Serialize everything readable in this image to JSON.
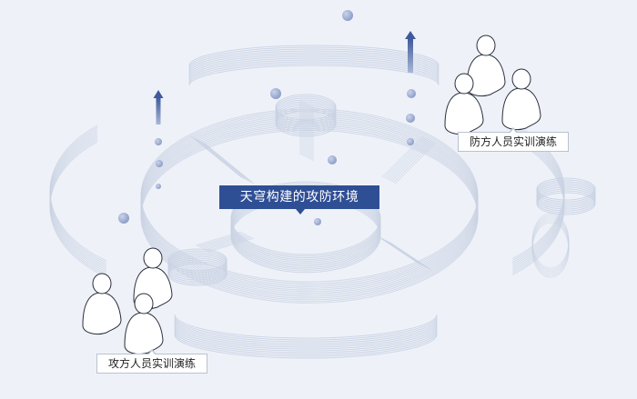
{
  "center_label": "天穹构建的攻防环境",
  "defense_label": "防方人员实训演练",
  "attack_label": "攻方人员实训演练",
  "colors": {
    "background": "#eef2f8",
    "ring": "#c9d2e3",
    "accent": "#2f4f95",
    "arrow": "#5a73ad"
  }
}
